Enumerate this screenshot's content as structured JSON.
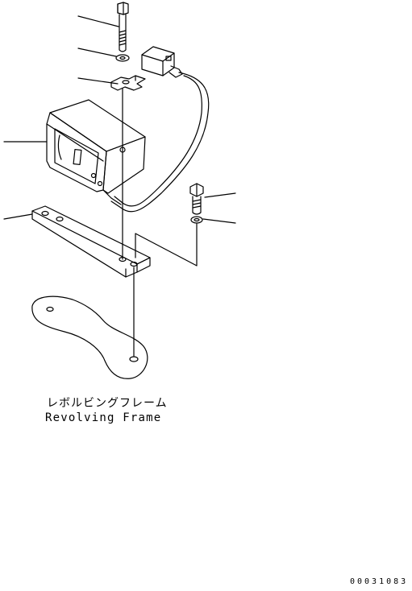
{
  "labels": {
    "frame_jp": "レボルビングフレーム",
    "frame_en": "Revolving Frame"
  },
  "drawing_number": "00031083",
  "colors": {
    "line": "#000000",
    "background": "#ffffff"
  }
}
